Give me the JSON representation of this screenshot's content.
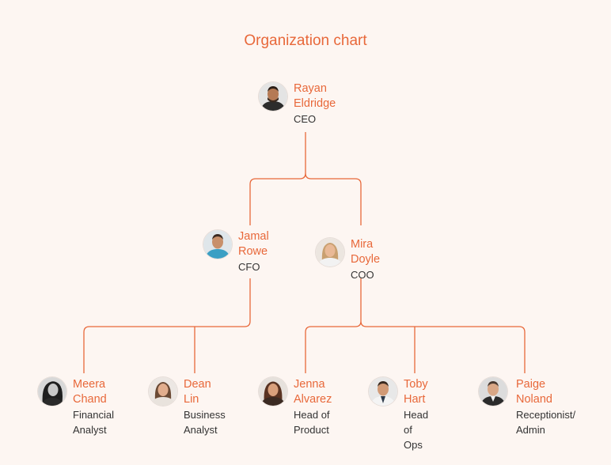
{
  "title": "Organization chart",
  "colors": {
    "accent": "#e8683a",
    "background": "#fdf6f2",
    "text": "#333333"
  },
  "nodes": {
    "rayan": {
      "name_lines": [
        "Rayan",
        "Eldridge"
      ],
      "role_lines": [
        "CEO"
      ]
    },
    "jamal": {
      "name_lines": [
        "Jamal",
        "Rowe"
      ],
      "role_lines": [
        "CFO"
      ]
    },
    "mira": {
      "name_lines": [
        "Mira Doyle"
      ],
      "role_lines": [
        "COO"
      ]
    },
    "meera": {
      "name_lines": [
        "Meera",
        "Chand"
      ],
      "role_lines": [
        "Financial",
        "Analyst"
      ]
    },
    "dean": {
      "name_lines": [
        "Dean Lin"
      ],
      "role_lines": [
        "Business",
        "Analyst"
      ]
    },
    "jenna": {
      "name_lines": [
        "Jenna",
        "Alvarez"
      ],
      "role_lines": [
        "Head of",
        "Product"
      ]
    },
    "toby": {
      "name_lines": [
        "Toby Hart"
      ],
      "role_lines": [
        "Head of",
        "Ops"
      ]
    },
    "paige": {
      "name_lines": [
        "Paige",
        "Noland"
      ],
      "role_lines": [
        "Receptionist/",
        "Admin"
      ]
    }
  }
}
